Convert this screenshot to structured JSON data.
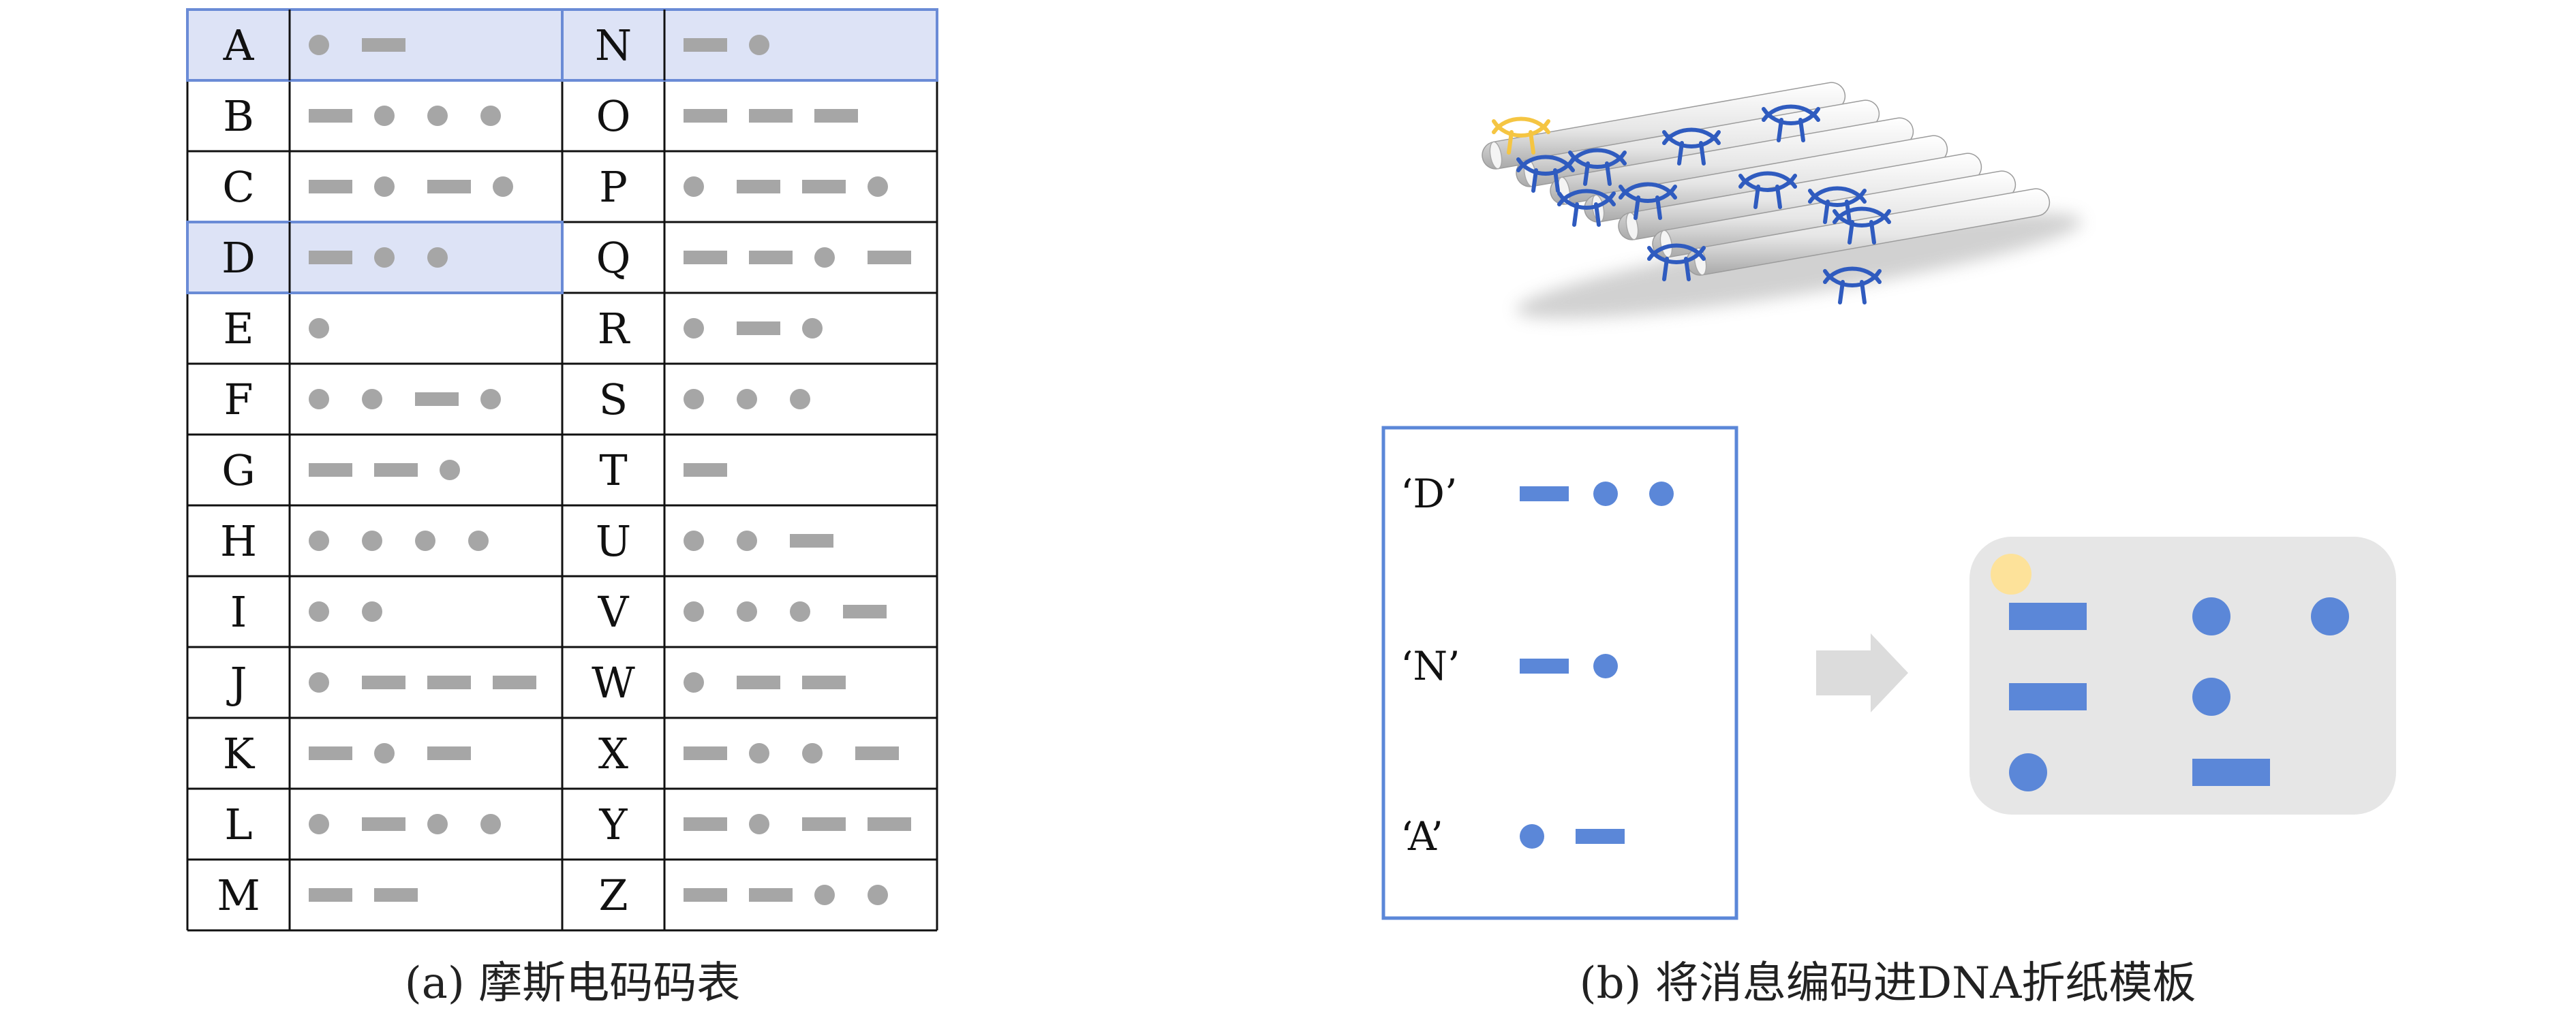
{
  "morse_table": {
    "left_rows": [
      {
        "letter": "A",
        "code": ".-",
        "highlight": true
      },
      {
        "letter": "B",
        "code": "-...",
        "highlight": false
      },
      {
        "letter": "C",
        "code": "-.-.",
        "highlight": false
      },
      {
        "letter": "D",
        "code": "-..",
        "highlight": true
      },
      {
        "letter": "E",
        "code": ".",
        "highlight": false
      },
      {
        "letter": "F",
        "code": "..-.",
        "highlight": false
      },
      {
        "letter": "G",
        "code": "--.",
        "highlight": false
      },
      {
        "letter": "H",
        "code": "....",
        "highlight": false
      },
      {
        "letter": "I",
        "code": "..",
        "highlight": false
      },
      {
        "letter": "J",
        "code": ".---",
        "highlight": false
      },
      {
        "letter": "K",
        "code": "-.-",
        "highlight": false
      },
      {
        "letter": "L",
        "code": ".-..",
        "highlight": false
      },
      {
        "letter": "M",
        "code": "--",
        "highlight": false
      }
    ],
    "right_rows": [
      {
        "letter": "N",
        "code": "-.",
        "highlight": true
      },
      {
        "letter": "O",
        "code": "---",
        "highlight": false
      },
      {
        "letter": "P",
        "code": ".--.",
        "highlight": false
      },
      {
        "letter": "Q",
        "code": "--.-",
        "highlight": false
      },
      {
        "letter": "R",
        "code": ".-.",
        "highlight": false
      },
      {
        "letter": "S",
        "code": "...",
        "highlight": false
      },
      {
        "letter": "T",
        "code": "-",
        "highlight": false
      },
      {
        "letter": "U",
        "code": "..-",
        "highlight": false
      },
      {
        "letter": "V",
        "code": "...-",
        "highlight": false
      },
      {
        "letter": "W",
        "code": ".--",
        "highlight": false
      },
      {
        "letter": "X",
        "code": "-..-",
        "highlight": false
      },
      {
        "letter": "Y",
        "code": "-.--",
        "highlight": false
      },
      {
        "letter": "Z",
        "code": "--..",
        "highlight": false
      }
    ]
  },
  "encoded_message": [
    {
      "label": "‘D’",
      "code": "-.."
    },
    {
      "label": "‘N’",
      "code": "-."
    },
    {
      "label": "‘A’",
      "code": ".-"
    }
  ],
  "origami_template": {
    "rows": [
      "-..",
      "-.",
      ".-"
    ],
    "corner_marker": "yellow-dot"
  },
  "colors": {
    "morse_gray": "#a6a6a6",
    "highlight_fill": "#dde3f6",
    "highlight_border": "#6a8bd6",
    "message_blue": "#5b87d8",
    "panel_bg": "#e6e6e6",
    "marker_yellow": "#fde29a",
    "arrow_gray": "#dcdcdc",
    "dna_blue": "#2f5bbf",
    "dna_yellow": "#f5c542"
  },
  "icons": {
    "origami": "dna-origami-illustration-icon",
    "arrow": "right-arrow-icon"
  },
  "captions": {
    "a": "(a) 摩斯电码码表",
    "b": "(b) 将消息编码进DNA折纸模板"
  }
}
